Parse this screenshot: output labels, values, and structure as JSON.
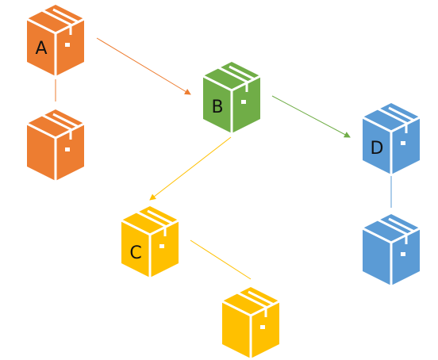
{
  "boxes": [
    {
      "id": "A",
      "label": "A",
      "color": "#ed7d31"
    },
    {
      "id": "A2",
      "label": "",
      "color": "#ed7d31"
    },
    {
      "id": "B",
      "label": "B",
      "color": "#70ad47"
    },
    {
      "id": "C",
      "label": "C",
      "color": "#ffc000"
    },
    {
      "id": "C2",
      "label": "",
      "color": "#ffc000"
    },
    {
      "id": "D",
      "label": "D",
      "color": "#5b9bd5"
    },
    {
      "id": "D2",
      "label": "",
      "color": "#5b9bd5"
    }
  ],
  "edges": [
    {
      "from": "A",
      "to": "B",
      "type": "arrow",
      "color": "#ed7d31"
    },
    {
      "from": "A",
      "to": "A2",
      "type": "line",
      "color": "#ed7d31"
    },
    {
      "from": "B",
      "to": "D",
      "type": "arrow",
      "color": "#70ad47"
    },
    {
      "from": "B",
      "to": "C",
      "type": "arrow",
      "color": "#ffc000"
    },
    {
      "from": "C",
      "to": "C2",
      "type": "line",
      "color": "#ffc000"
    },
    {
      "from": "D",
      "to": "D2",
      "type": "line",
      "color": "#5b9bd5"
    }
  ]
}
